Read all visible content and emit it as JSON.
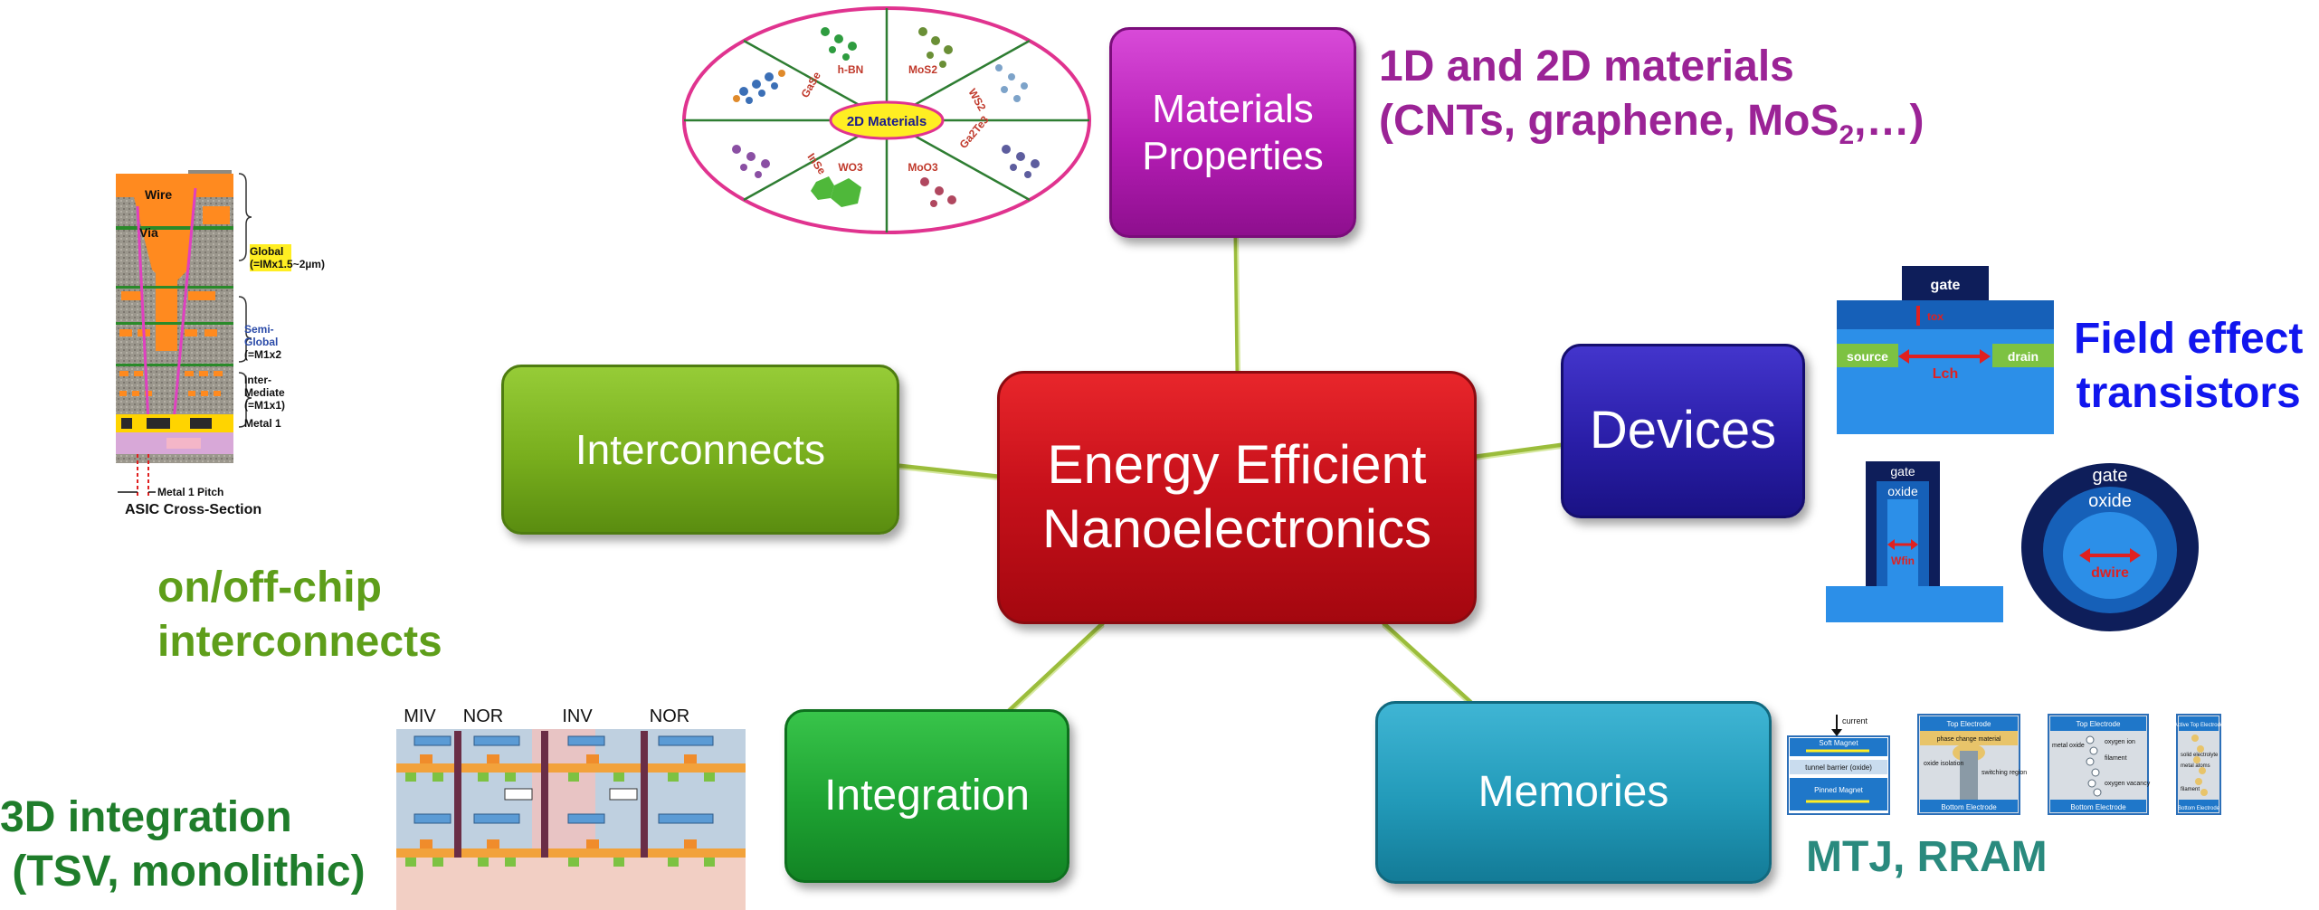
{
  "center_node": {
    "line1": "Energy Efficient",
    "line2": "Nanoelectronics"
  },
  "nodes": {
    "materials": {
      "line1": "Materials",
      "line2": "Properties"
    },
    "interconnects": {
      "label": "Interconnects"
    },
    "devices": {
      "label": "Devices"
    },
    "integration": {
      "label": "Integration"
    },
    "memories": {
      "label": "Memories"
    }
  },
  "captions": {
    "materials": {
      "line1": "1D and 2D materials",
      "line2_pre": "(CNTs, graphene, MoS",
      "line2_sub": "2",
      "line2_post": ",…)"
    },
    "fet": {
      "line1": "Field effect",
      "line2": "transistors"
    },
    "interconnects": {
      "line1": "on/off-chip",
      "line2": "interconnects"
    },
    "integration": {
      "line1": "3D integration",
      "line2": " (TSV, monolithic)"
    },
    "memories": {
      "label": "MTJ, RRAM"
    }
  },
  "materials_wheel": {
    "center_label": "2D Materials",
    "segments": [
      "GaSe",
      "h-BN",
      "MoS2",
      "WS2",
      "Ga2Te3",
      "MoO3",
      "WO3",
      "InSe"
    ]
  },
  "asic": {
    "labels": {
      "wire": "Wire",
      "via": "Via",
      "pitch": "Metal 1 Pitch",
      "caption": "ASIC Cross-Section"
    },
    "levels": [
      {
        "line1": "Global",
        "line2": "(=IMx1.5~2µm)"
      },
      {
        "line1": "Semi-",
        "line2": "Global",
        "line3": "(=M1x2"
      },
      {
        "line1": "Inter-",
        "line2": "Mediate",
        "line3": "(=M1x1)"
      },
      {
        "line1": "Metal 1"
      }
    ]
  },
  "fet_diagram": {
    "planar": {
      "gate": "gate",
      "source": "source",
      "drain": "drain",
      "tox": "tox",
      "lch": "Lch"
    },
    "finfet": {
      "gate": "gate",
      "oxide": "oxide",
      "wfin": "Wfin"
    },
    "gaa": {
      "gate": "gate",
      "oxide": "oxide",
      "dwire": "dwire"
    }
  },
  "cells_3d": {
    "labels": [
      "MIV",
      "NOR",
      "INV",
      "NOR"
    ]
  },
  "memory_cells": {
    "mtj": {
      "current": "current",
      "free": "Soft Magnet",
      "barrier": "tunnel barrier (oxide)",
      "pinned": "Pinned Magnet"
    },
    "pcm": {
      "top": "Top Electrode",
      "material": "phase change material",
      "isolation": "oxide isolation",
      "region": "switching region",
      "bottom": "Bottom Electrode"
    },
    "oxram": {
      "top": "Top Electrode",
      "oxide": "metal oxide",
      "ion": "oxygen ion",
      "filament": "filament",
      "vacancy": "oxygen vacancy",
      "bottom": "Bottom Electrode"
    },
    "cbram": {
      "top": "Active Top Electrode",
      "electrolyte": "solid electrolyte",
      "atoms": "metal atoms",
      "filament": "filament",
      "bottom": "Bottom Electrode"
    }
  },
  "colors": {
    "center": "#c8111b",
    "materials": "#b51db5",
    "interconnects": "#78ae1d",
    "devices": "#2a1ea8",
    "integration": "#1ea232",
    "memories": "#229ab9",
    "connector": "#a8c93e"
  }
}
